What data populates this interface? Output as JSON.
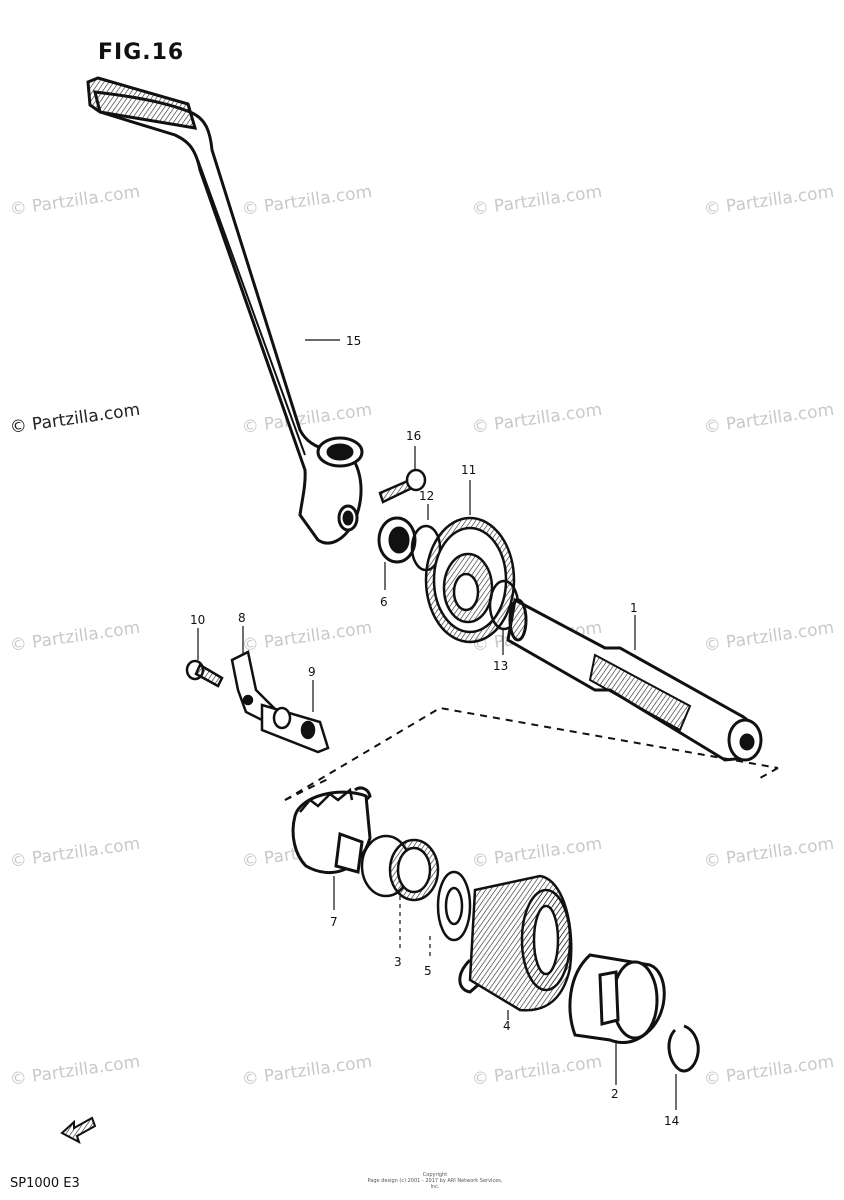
{
  "figure": {
    "title": "FIG.16",
    "model": "SP1000  E3",
    "copyright_line1": "Copyright",
    "copyright_line2": "Page design (c) 2001 - 2017 by ARI Network Services, Inc.",
    "watermark": "© Partzilla.com"
  },
  "callouts": [
    {
      "id": "1",
      "text": "1"
    },
    {
      "id": "2",
      "text": "2"
    },
    {
      "id": "3",
      "text": "3"
    },
    {
      "id": "4",
      "text": "4"
    },
    {
      "id": "5",
      "text": "5"
    },
    {
      "id": "6",
      "text": "6"
    },
    {
      "id": "7",
      "text": "7"
    },
    {
      "id": "8",
      "text": "8"
    },
    {
      "id": "9",
      "text": "9"
    },
    {
      "id": "10",
      "text": "10"
    },
    {
      "id": "11",
      "text": "11"
    },
    {
      "id": "12",
      "text": "12"
    },
    {
      "id": "13",
      "text": "13"
    },
    {
      "id": "14",
      "text": "14"
    },
    {
      "id": "15",
      "text": "15"
    },
    {
      "id": "16",
      "text": "16"
    }
  ],
  "icons": {
    "front_arrow": "front-arrow-icon"
  }
}
